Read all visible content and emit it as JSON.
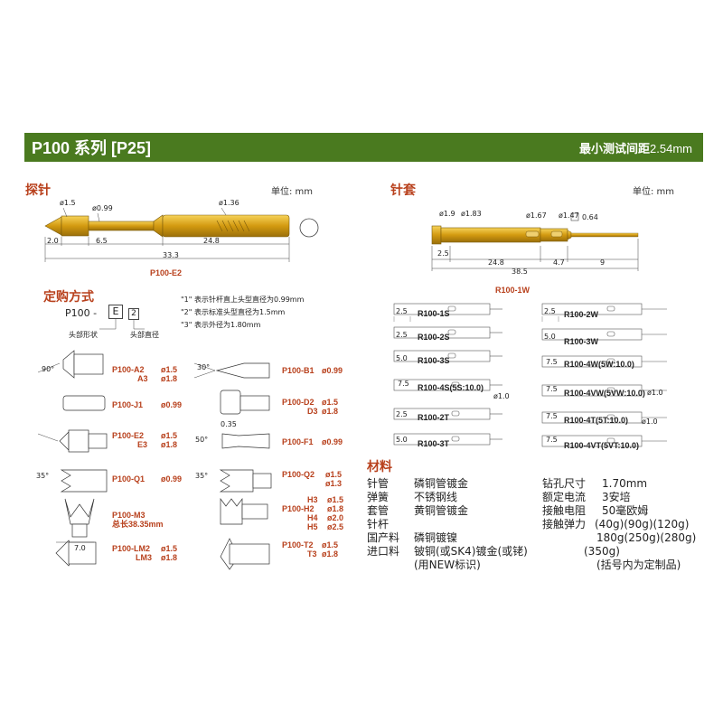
{
  "header": {
    "title": "P100 系列 [P25]",
    "right_bold": "最小测试间距",
    "right_value": "2.54mm"
  },
  "probe": {
    "section": "探针",
    "unit": "单位: mm",
    "name": "P100-E2",
    "dims": {
      "d1": "ø1.5",
      "d2": "ø0.99",
      "d3": "ø1.36",
      "l1": "2.0",
      "l2": "6.5",
      "l3": "24.8",
      "total": "33.3"
    }
  },
  "order": {
    "section": "定购方式",
    "code_prefix": "P100 -",
    "code_a": "E",
    "code_b": "2",
    "label_shape": "头部形状",
    "label_dia": "头部直径",
    "notes": [
      "\"1\" 表示针杆直上头型直径为0.99mm",
      "\"2\" 表示标准头型直径为1.5mm",
      "\"3\" 表示外径为1.80mm"
    ]
  },
  "tips": [
    {
      "id": "A",
      "codes": [
        "P100-A2",
        "A3"
      ],
      "specs": [
        "ø1.5",
        "ø1.8"
      ],
      "angle": "90°"
    },
    {
      "id": "B",
      "codes": [
        "P100-B1"
      ],
      "specs": [
        "ø0.99"
      ],
      "angle": "30°"
    },
    {
      "id": "J",
      "codes": [
        "P100-J1"
      ],
      "specs": [
        "ø0.99"
      ]
    },
    {
      "id": "D",
      "codes": [
        "P100-D2",
        "D3"
      ],
      "specs": [
        "ø1.5",
        "ø1.8"
      ]
    },
    {
      "id": "E",
      "codes": [
        "P100-E2",
        "E3"
      ],
      "specs": [
        "ø1.5",
        "ø1.8"
      ]
    },
    {
      "id": "F",
      "codes": [
        "P100-F1"
      ],
      "specs": [
        "ø0.99"
      ],
      "angle": "50°",
      "extra": "0.35"
    },
    {
      "id": "Q1",
      "codes": [
        "P100-Q1"
      ],
      "specs": [
        "ø0.99"
      ],
      "angle": "35°"
    },
    {
      "id": "Q2",
      "codes": [
        "P100-Q2"
      ],
      "specs": [
        "ø1.5",
        "ø1.3"
      ],
      "angle": "35°"
    },
    {
      "id": "M",
      "codes": [
        "P100-M3"
      ],
      "specs": [
        "总长38.35mm"
      ],
      "dim": "7.0"
    },
    {
      "id": "H",
      "codes": [
        "P100-H2",
        "H3",
        "H4",
        "H5"
      ],
      "specs": [
        "ø1.5",
        "ø1.8",
        "ø2.0",
        "ø2.5"
      ]
    },
    {
      "id": "LM",
      "codes": [
        "P100-LM2",
        "LM3"
      ],
      "specs": [
        "ø1.5",
        "ø1.8"
      ]
    },
    {
      "id": "T",
      "codes": [
        "P100-T2",
        "T3"
      ],
      "specs": [
        "ø1.5",
        "ø1.8"
      ]
    }
  ],
  "socket": {
    "section": "针套",
    "unit": "单位: mm",
    "name": "R100-1W",
    "dims": {
      "d1": "ø1.9",
      "d2": "ø1.83",
      "d3": "ø1.67",
      "d4": "ø1.47",
      "d5": "0.64",
      "l1": "2.5",
      "l2": "24.8",
      "l3": "4.7",
      "l4": "9",
      "total": "38.5"
    },
    "variants_left": [
      {
        "dim": "2.5",
        "name": "R100-1S"
      },
      {
        "dim": "2.5",
        "name": "R100-2S"
      },
      {
        "dim": "5.0",
        "name": "R100-3S"
      },
      {
        "dim": "7.5",
        "name": "R100-4S(5S:10.0)"
      },
      {
        "dim": "2.5",
        "name": "R100-2T",
        "dia": "ø1.0"
      },
      {
        "dim": "5.0",
        "name": "R100-3T"
      }
    ],
    "variants_right": [
      {
        "dim": "2.5",
        "name": "R100-2W"
      },
      {
        "dim": "5.0",
        "name": "R100-3W"
      },
      {
        "dim": "7.5",
        "name": "R100-4W(5W:10.0)"
      },
      {
        "dim": "7.5",
        "name": "R100-4VW(5VW:10.0)",
        "dia": "ø1.0"
      },
      {
        "dim": "7.5",
        "name": "R100-4T(5T:10.0)"
      },
      {
        "dim": "7.5",
        "name": "R100-4VT(5VT:10.0)",
        "dia": "ø1.0"
      }
    ]
  },
  "materials": {
    "section": "材料",
    "left": [
      [
        "针管",
        "磷铜管镀金"
      ],
      [
        "弹簧",
        "不锈钢线"
      ],
      [
        "套管",
        "黄铜管镀金"
      ],
      [
        "针杆",
        ""
      ],
      [
        "国产料",
        "磷铜镀镍"
      ],
      [
        "进口料",
        "铍铜(或SK4)镀金(或铑)"
      ],
      [
        "",
        "(用NEW标识)"
      ]
    ],
    "right": [
      [
        "钻孔尺寸",
        "1.70mm"
      ],
      [
        "额定电流",
        "3安培"
      ],
      [
        "接触电阻",
        "50毫欧姆"
      ],
      [
        "接触弹力",
        "(40g)(90g)(120g)"
      ],
      [
        "",
        "180g(250g)(280g)"
      ],
      [
        "",
        "(350g)"
      ],
      [
        "",
        "(括号内为定制品)"
      ]
    ]
  },
  "colors": {
    "header": "#4a7a1f",
    "accent": "#b8401c",
    "gold": "#d4a017",
    "gold_dark": "#9a6f0a"
  }
}
